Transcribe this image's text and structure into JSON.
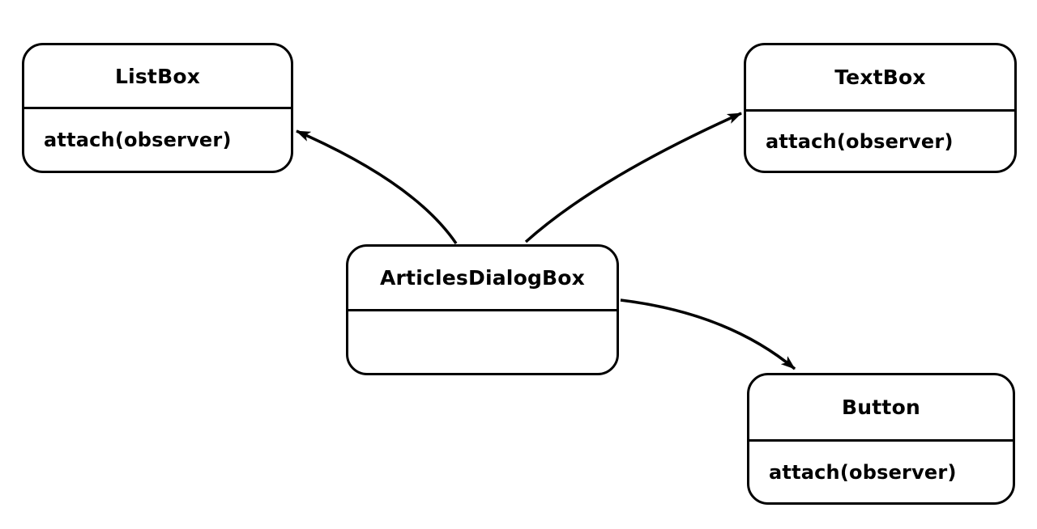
{
  "diagram": {
    "background_color": "#ffffff",
    "stroke_color": "#000000",
    "classes": [
      {
        "name": "ListBox",
        "method": "attach(observer)"
      },
      {
        "name": "TextBox",
        "method": "attach(observer)"
      },
      {
        "name": "ArticlesDialogBox",
        "method": ""
      },
      {
        "name": "Button",
        "method": "attach(observer)"
      }
    ],
    "relations": [
      {
        "from": "ArticlesDialogBox",
        "to": "ListBox"
      },
      {
        "from": "ArticlesDialogBox",
        "to": "TextBox"
      },
      {
        "from": "ArticlesDialogBox",
        "to": "Button"
      }
    ]
  }
}
